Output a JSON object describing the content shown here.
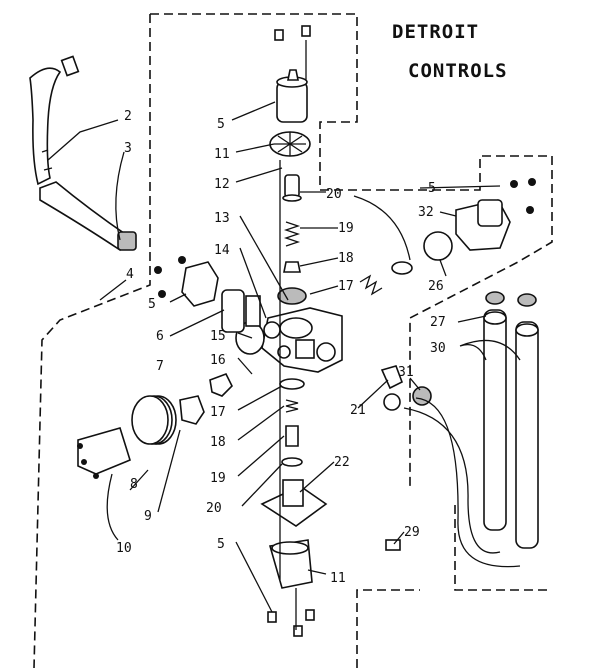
{
  "title": {
    "line1": "DETROIT",
    "line2": "CONTROLS"
  },
  "callouts": [
    {
      "key": "c2",
      "label": "2"
    },
    {
      "key": "c3",
      "label": "3"
    },
    {
      "key": "c4",
      "label": "4"
    },
    {
      "key": "c5a",
      "label": "5"
    },
    {
      "key": "c5b",
      "label": "5"
    },
    {
      "key": "c5c",
      "label": "5"
    },
    {
      "key": "c5d",
      "label": "5"
    },
    {
      "key": "c6",
      "label": "6"
    },
    {
      "key": "c7",
      "label": "7"
    },
    {
      "key": "c8",
      "label": "8"
    },
    {
      "key": "c9",
      "label": "9"
    },
    {
      "key": "c10",
      "label": "10"
    },
    {
      "key": "c11a",
      "label": "11"
    },
    {
      "key": "c11b",
      "label": "11"
    },
    {
      "key": "c12",
      "label": "12"
    },
    {
      "key": "c13",
      "label": "13"
    },
    {
      "key": "c14",
      "label": "14"
    },
    {
      "key": "c15",
      "label": "15"
    },
    {
      "key": "c16",
      "label": "16"
    },
    {
      "key": "c17a",
      "label": "17"
    },
    {
      "key": "c17b",
      "label": "17"
    },
    {
      "key": "c18a",
      "label": "18"
    },
    {
      "key": "c18b",
      "label": "18"
    },
    {
      "key": "c19a",
      "label": "19"
    },
    {
      "key": "c19b",
      "label": "19"
    },
    {
      "key": "c20a",
      "label": "20"
    },
    {
      "key": "c20b",
      "label": "20"
    },
    {
      "key": "c21",
      "label": "21"
    },
    {
      "key": "c22",
      "label": "22"
    },
    {
      "key": "c26",
      "label": "26"
    },
    {
      "key": "c27",
      "label": "27"
    },
    {
      "key": "c29",
      "label": "29"
    },
    {
      "key": "c30",
      "label": "30"
    },
    {
      "key": "c31",
      "label": "31"
    },
    {
      "key": "c32",
      "label": "32"
    }
  ]
}
